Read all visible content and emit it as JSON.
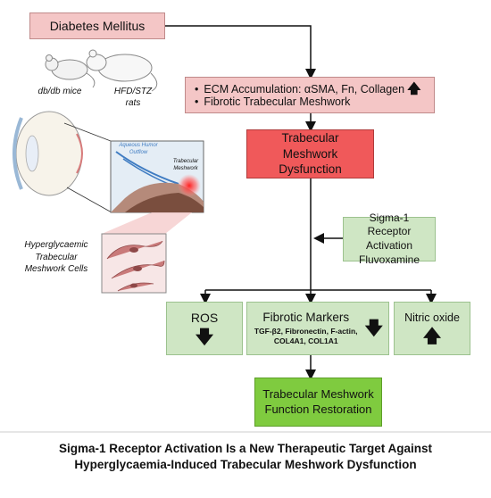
{
  "boxes": {
    "diabetes": "Diabetes Mellitus",
    "ecm_line1": "ECM Accumulation: αSMA, Fn, Collagen",
    "ecm_line2": "Fibrotic Trabecular Meshwork",
    "dysfunction": "Trabecular Meshwork Dysfunction",
    "sigma": "Sigma-1 Receptor Activation Fluvoxamine",
    "ros": "ROS",
    "fibrotic_title": "Fibrotic Markers",
    "fibrotic_detail": "TGF-β2, Fibronectin, F-actin, COL4A1, COL1A1",
    "nitric": "Nitric oxide",
    "restoration": "Trabecular Meshwork Function Restoration"
  },
  "labels": {
    "dbdb": "db/db mice",
    "hfd": "HFD/STZ rats",
    "cells": "Hyperglycaemic Trabecular Meshwork Cells",
    "aqueous": "Aqueous Humor Outflow",
    "tm": "Trabecular Meshwork"
  },
  "caption": {
    "line1": "Sigma-1 Receptor Activation Is a New Therapeutic Target Against",
    "line2": "Hyperglycaemia-Induced Trabecular Meshwork Dysfunction"
  },
  "colors": {
    "pink": "#f4c6c6",
    "red": "#f0595a",
    "green": "#cfe6c4",
    "bright_green": "#7fcb3f"
  }
}
